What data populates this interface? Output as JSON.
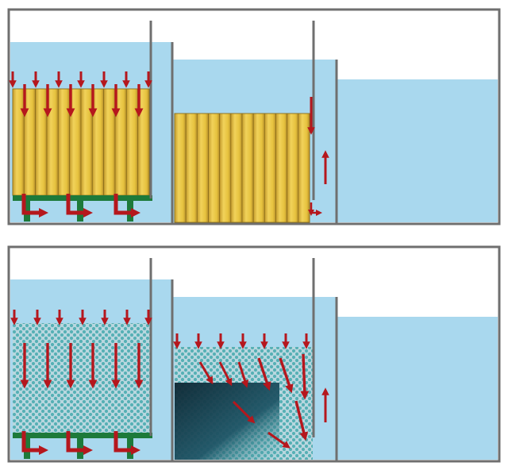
{
  "colors": {
    "water": "#a9d8ee",
    "wall": "#6f6f6f",
    "yellow_media": "#e8c84a",
    "media_shadow": "#b8952f",
    "arrow": "#b5171d",
    "pipe": "#1d7a3a",
    "checker_a": "#56b0b5",
    "checker_b": "#b9d7df",
    "deep": "#0f2f3d"
  },
  "panels": [
    {
      "id": "top",
      "media": "fixed-tube-modules"
    },
    {
      "id": "bottom",
      "media": "granular-bed"
    }
  ]
}
